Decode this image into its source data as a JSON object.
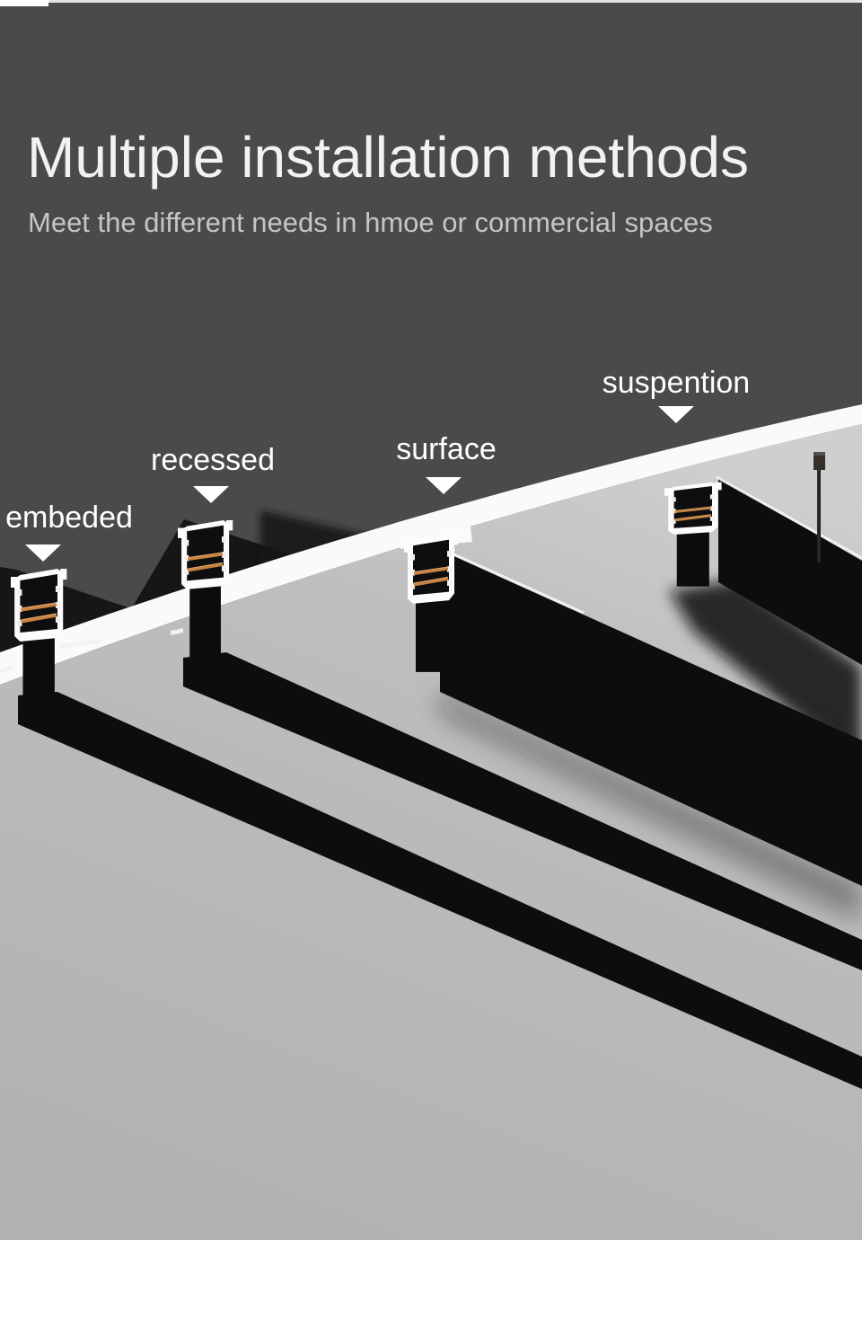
{
  "header": {
    "title": "Multiple installation methods",
    "subtitle": "Meet the different needs in hmoe or commercial spaces"
  },
  "labels": [
    {
      "key": "embedded",
      "text": "embeded"
    },
    {
      "key": "recessed",
      "text": "recessed"
    },
    {
      "key": "surface",
      "text": "surface"
    },
    {
      "key": "suspension",
      "text": "suspention"
    }
  ],
  "colors": {
    "background": "#4a4a4c",
    "title_text": "#f2f2f2",
    "subtitle_text": "#c6c6c8",
    "label_text": "#ffffff",
    "marker": "#ffffff",
    "ceiling_edge_white": "#fafafa",
    "ceiling_gray": "#b8b8b9",
    "track_black": "#0d0d0f",
    "copper_contact": "#c5823f",
    "bottom_band": "#ffffff"
  },
  "icons": {
    "marker": "down-triangle-icon"
  }
}
